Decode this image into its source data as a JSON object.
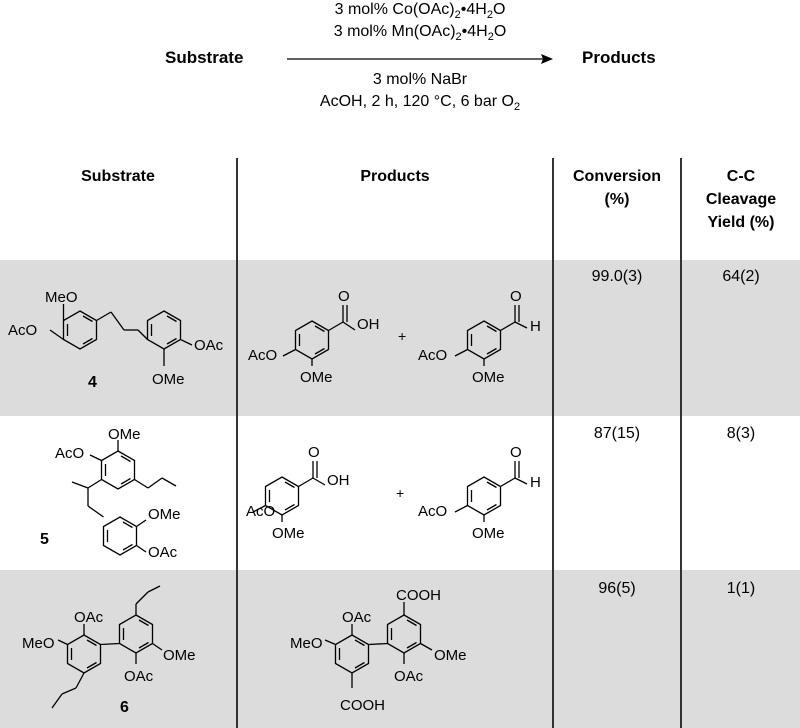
{
  "scheme": {
    "reagents_above": [
      "3 mol% Co(OAc)",
      "2",
      "•4H",
      "2",
      "O",
      "3 mol% Mn(OAc)",
      "2",
      "•4H",
      "2",
      "O"
    ],
    "line1": {
      "a": "3 mol% Co(OAc)",
      "s1": "2",
      "b": "•4H",
      "s2": "2",
      "c": "O"
    },
    "line2": {
      "a": "3 mol% Mn(OAc)",
      "s1": "2",
      "b": "•4H",
      "s2": "2",
      "c": "O"
    },
    "line3": "3 mol% NaBr",
    "line4": {
      "a": "AcOH, 2 h, 120 °C, 6 bar O",
      "s1": "2"
    },
    "left_label": "Substrate",
    "right_label": "Products"
  },
  "table": {
    "headers": {
      "substrate": "Substrate",
      "products": "Products",
      "conversion_1": "Conversion",
      "conversion_2": "(%)",
      "cleavage_1": "C-C",
      "cleavage_2": "Cleavage",
      "cleavage_3": "Yield (%)"
    },
    "rows": [
      {
        "id": "4",
        "conversion": "99.0(3)",
        "yield": "64(2)"
      },
      {
        "id": "5",
        "conversion": "87(15)",
        "yield": "8(3)"
      },
      {
        "id": "6",
        "conversion": "96(5)",
        "yield": "1(1)"
      }
    ],
    "labels": {
      "MeO": "MeO",
      "OMe": "OMe",
      "AcO": "AcO",
      "OAc": "OAc",
      "OH": "OH",
      "H": "H",
      "O": "O",
      "COOH": "COOH",
      "plus": "+"
    }
  },
  "colors": {
    "shade": "#dcdcdc",
    "lines": "#333333"
  }
}
